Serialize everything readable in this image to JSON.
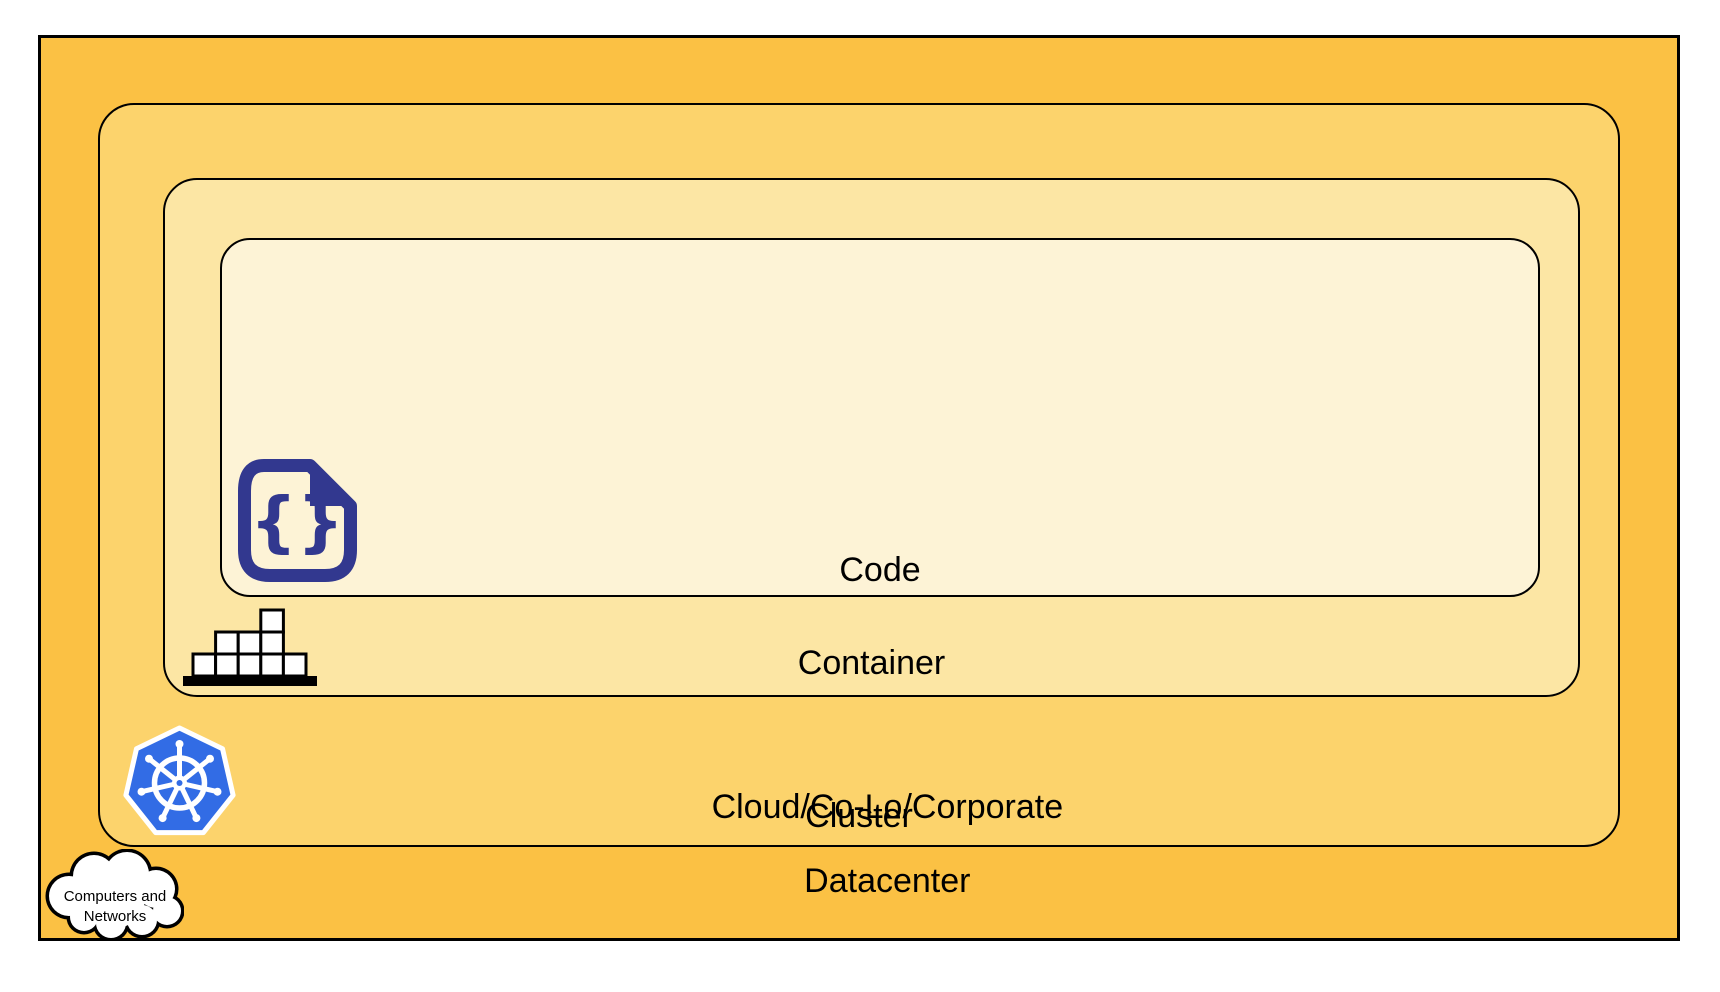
{
  "diagram": {
    "type": "nested-architecture-diagram",
    "layers": {
      "code": {
        "label": "Code",
        "icon": "code-file-icon",
        "fill": "#FDF3D6"
      },
      "container": {
        "label": "Container",
        "icon": "container-stack-icon",
        "fill": "#FCE6A4"
      },
      "cluster": {
        "label": "Cluster",
        "icon": "kubernetes-icon",
        "fill": "#FCD36C"
      },
      "datacenter": {
        "label_line1": "Cloud/Co-Lo/Corporate",
        "label_line2": "Datacenter",
        "icon": "computers-networks-cloud-icon",
        "fill": "#FBC144"
      }
    },
    "cloud_callout": {
      "line1": "Computers and",
      "line2": "Networks"
    },
    "colors": {
      "outline": "#000000",
      "code_icon_navy": "#32388F",
      "kubernetes_blue": "#326CE5",
      "text": "#000000",
      "page_background": "#FFFFFF"
    }
  }
}
